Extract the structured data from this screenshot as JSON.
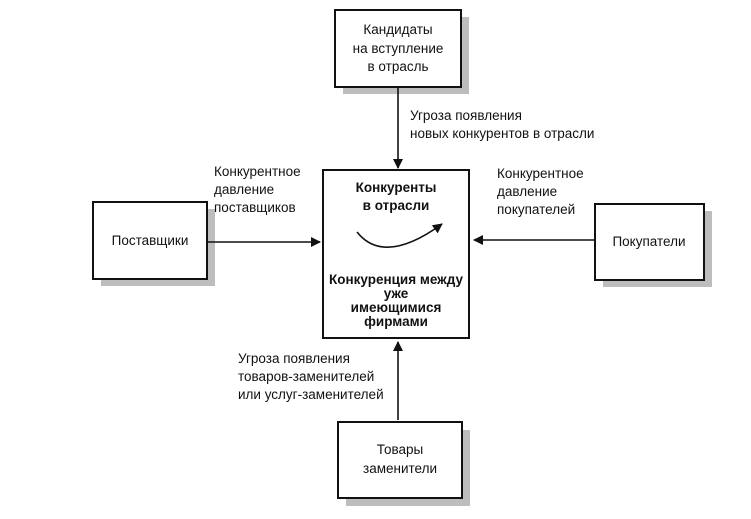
{
  "boxes": {
    "entrants": [
      "Кандидаты",
      "на вступление",
      "в отрасль"
    ],
    "suppliers": [
      "Поставщики"
    ],
    "buyers": [
      "Покупатели"
    ],
    "substitutes": [
      "Товары",
      "заменители"
    ],
    "center_top": [
      "Конкуренты",
      "в отрасли"
    ],
    "center_bottom": [
      "Конкуренция между",
      "уже",
      "имеющимися",
      "фирмами"
    ]
  },
  "labels": {
    "entrants_threat": [
      "Угроза появления",
      "новых конкурентов в отрасли"
    ],
    "supplier_pressure": [
      "Конкурентное",
      "давление",
      "поставщиков"
    ],
    "buyer_pressure": [
      "Конкурентное",
      "давление",
      "покупателей"
    ],
    "substitute_threat": [
      "Угроза появления",
      "товаров-заменителей",
      "или услуг-заменителей"
    ]
  }
}
